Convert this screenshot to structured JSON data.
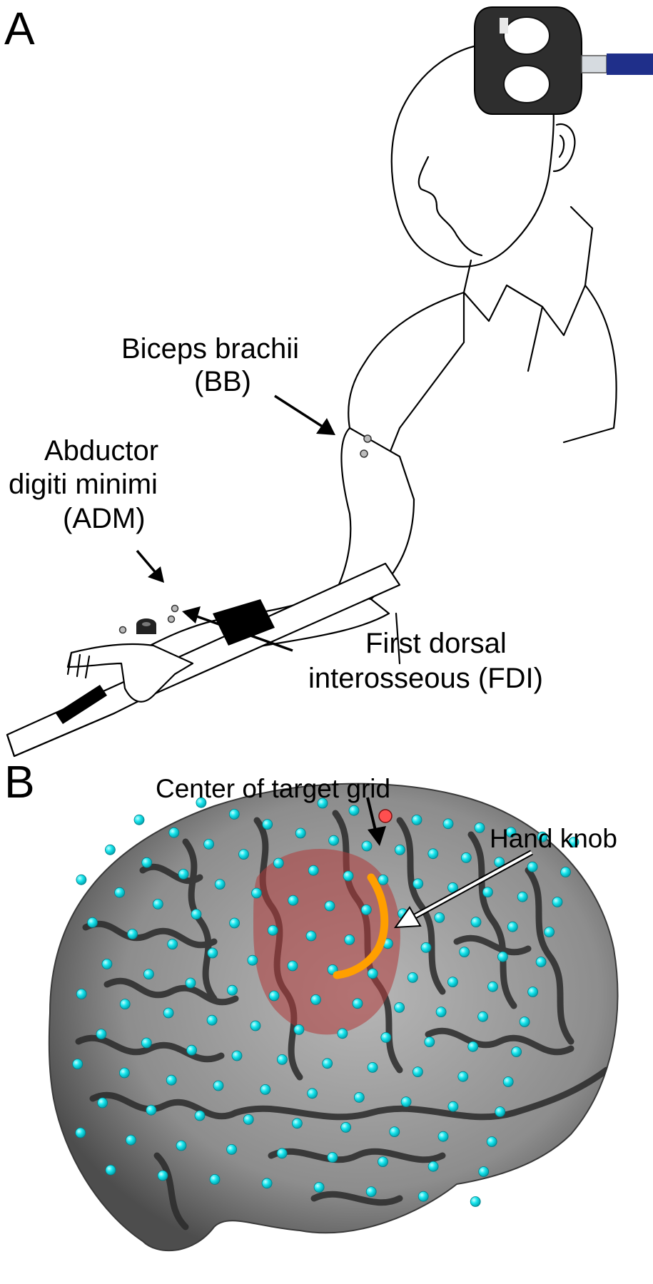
{
  "panel_a": {
    "letter": "A",
    "labels": {
      "bb_line1": "Biceps brachii",
      "bb_line2": "(BB)",
      "adm_line1": "Abductor",
      "adm_line2": "digiti minimi",
      "adm_line3": "(ADM)",
      "fdi_line1": "First dorsal",
      "fdi_line2": "interosseous (FDI)"
    }
  },
  "panel_b": {
    "letter": "B",
    "labels": {
      "center": "Center of target grid",
      "hand_knob": "Hand knob"
    },
    "colors": {
      "grid_dot": "#00e5ee",
      "center_dot": "#ff4f4f",
      "hand_knob": "#ff9f00",
      "roi": "#b03a3a"
    }
  }
}
